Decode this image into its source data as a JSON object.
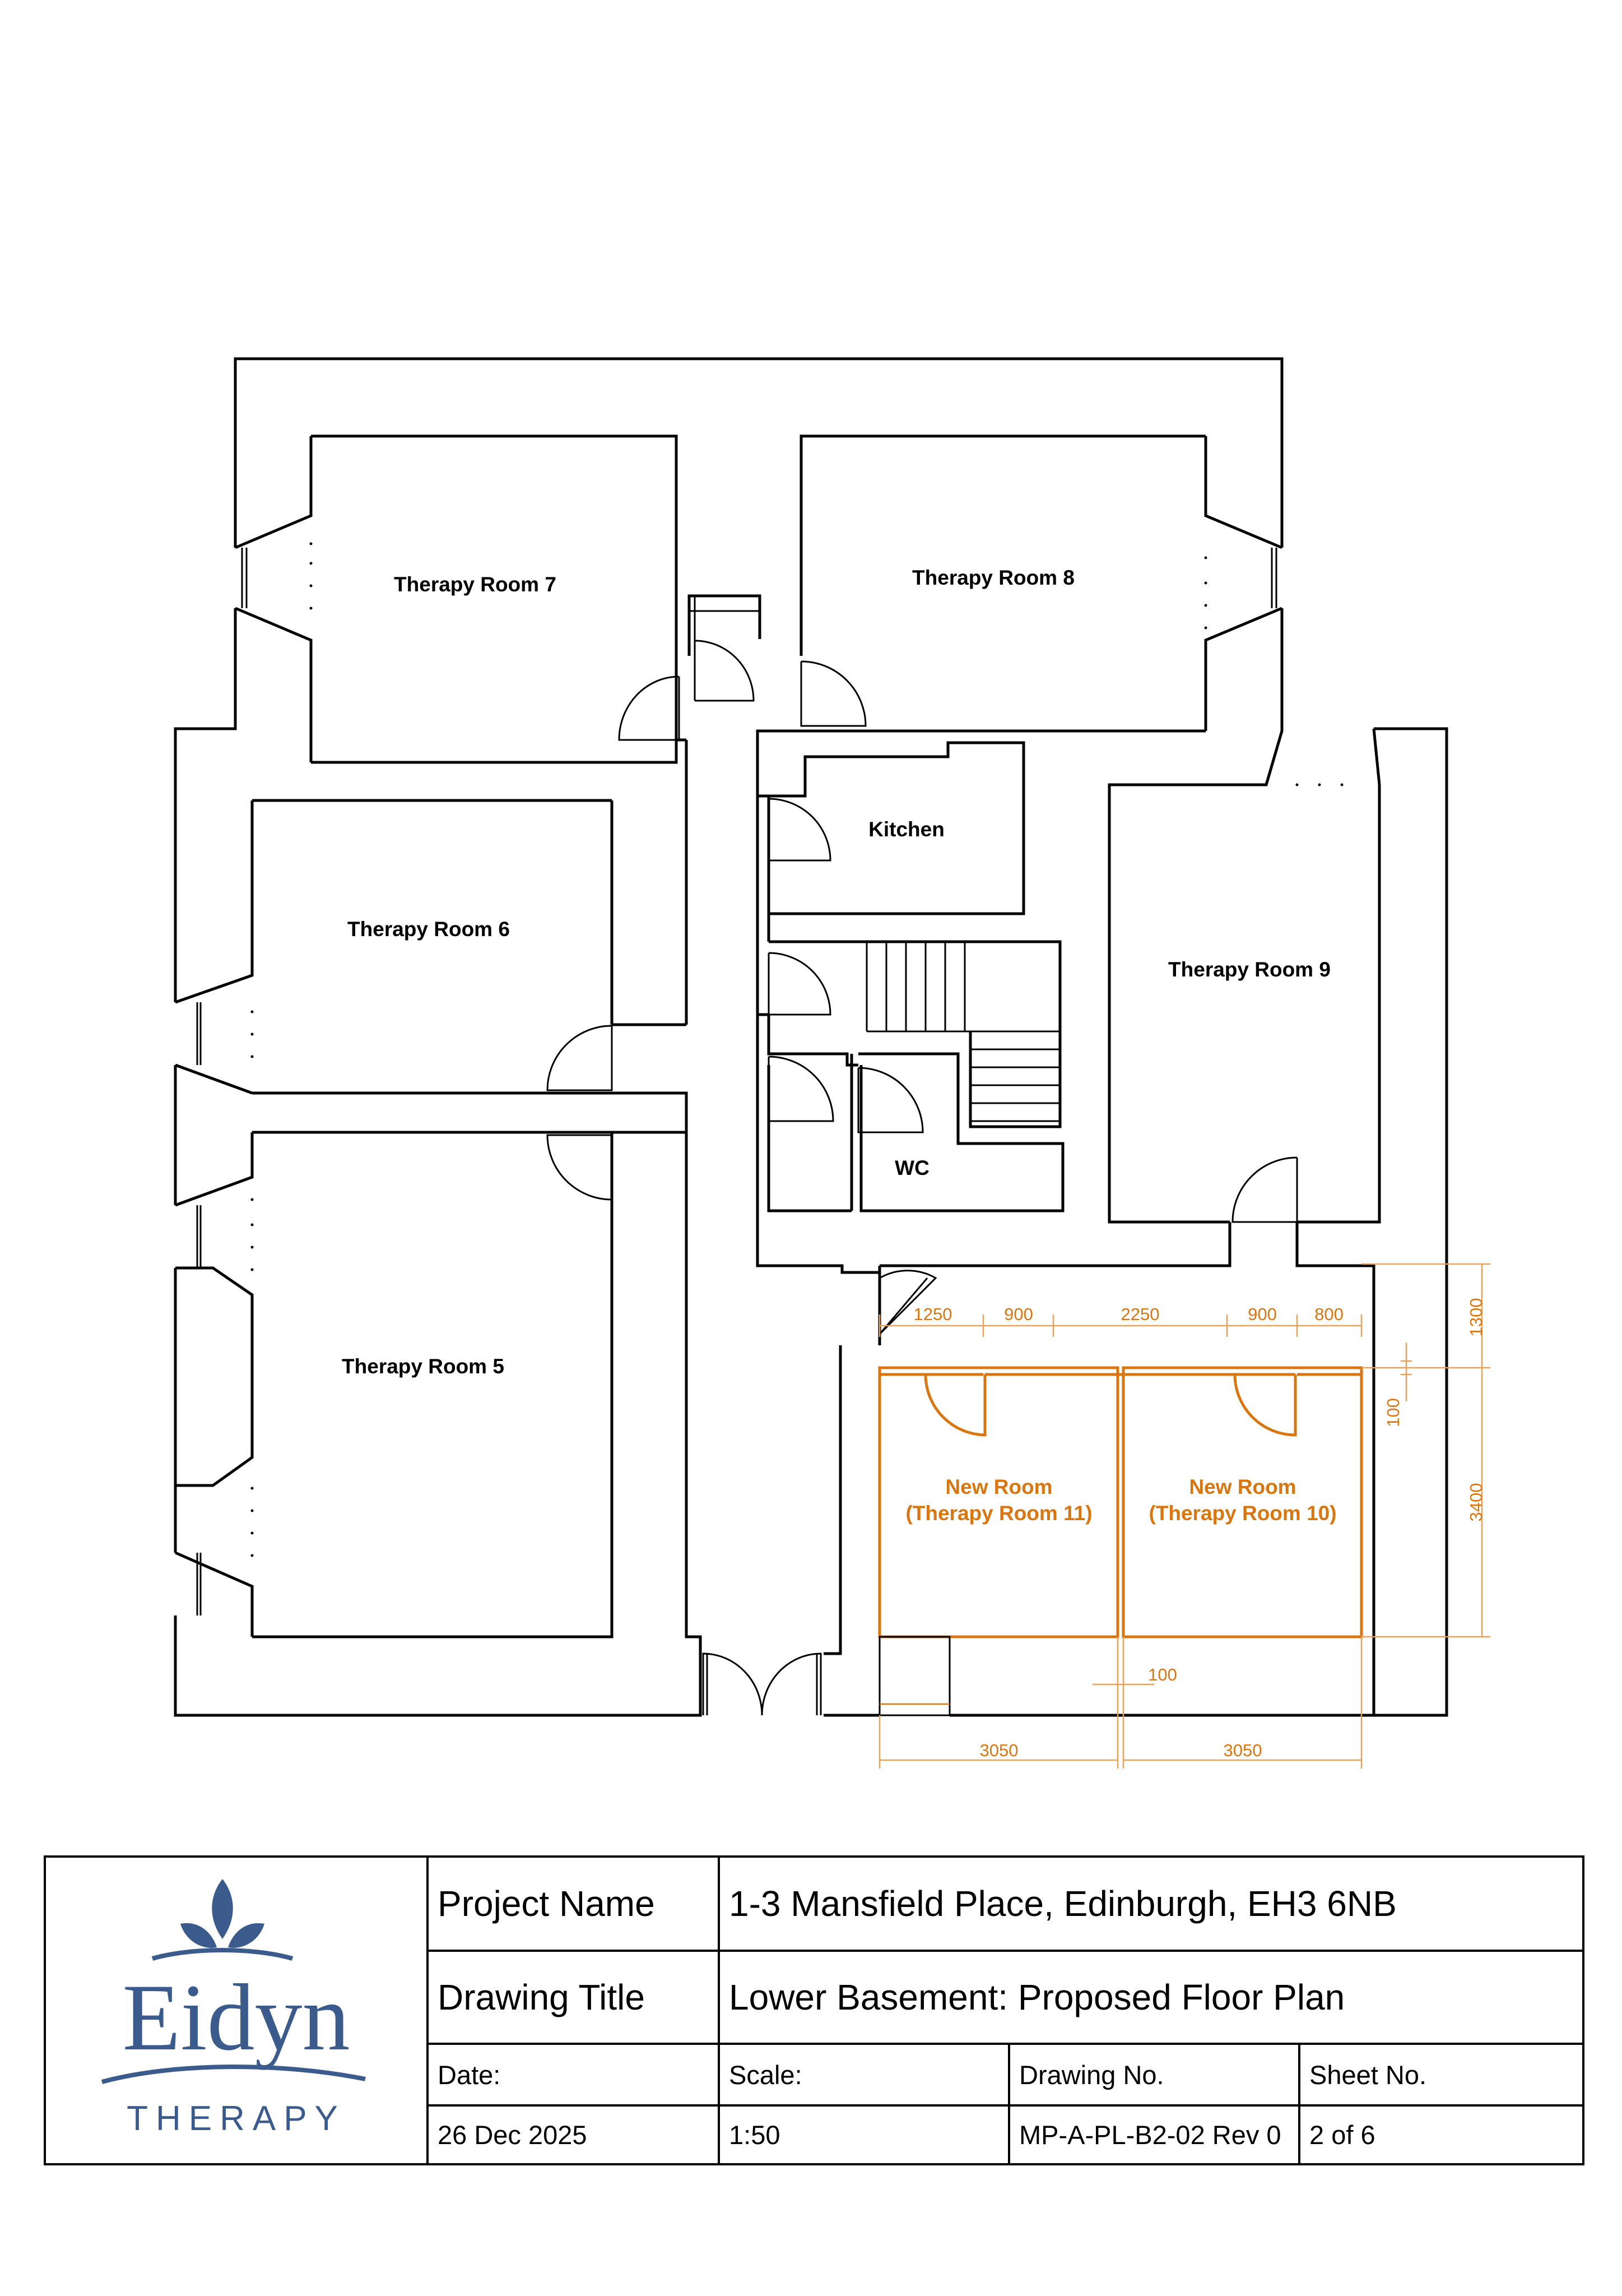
{
  "rooms": [
    {
      "id": "therapy-room-7",
      "label": "Therapy Room 7"
    },
    {
      "id": "therapy-room-8",
      "label": "Therapy Room 8"
    },
    {
      "id": "kitchen",
      "label": "Kitchen"
    },
    {
      "id": "therapy-room-6",
      "label": "Therapy Room 6"
    },
    {
      "id": "therapy-room-9",
      "label": "Therapy Room 9"
    },
    {
      "id": "wc",
      "label": "WC"
    },
    {
      "id": "therapy-room-5",
      "label": "Therapy Room 5"
    }
  ],
  "new_rooms": [
    {
      "id": "therapy-room-11",
      "label_line1": "New Room",
      "label_line2": "(Therapy Room 11)"
    },
    {
      "id": "therapy-room-10",
      "label_line1": "New Room",
      "label_line2": "(Therapy Room 10)"
    }
  ],
  "dimensions": {
    "top_run": [
      "1250",
      "900",
      "2250",
      "900",
      "800"
    ],
    "right_upper": "1300",
    "right_lower": "3400",
    "wall_gap": "100",
    "partition": "100",
    "bottom_run": [
      "3050",
      "3050"
    ]
  },
  "colors": {
    "new_work": "#d9760f",
    "dimension": "#e8a25a",
    "logo": "#3a5b8c",
    "line": "#000000"
  },
  "title_block": {
    "logo": {
      "name": "Eidyn",
      "tagline": "THERAPY"
    },
    "project_name_label": "Project Name",
    "project_name": "1-3 Mansfield Place, Edinburgh, EH3 6NB",
    "drawing_title_label": "Drawing Title",
    "drawing_title": "Lower Basement: Proposed Floor Plan",
    "date_label": "Date:",
    "date": "26 Dec 2025",
    "scale_label": "Scale:",
    "scale": "1:50",
    "drawing_no_label": "Drawing No.",
    "drawing_no": "MP-A-PL-B2-02 Rev 0",
    "sheet_no_label": "Sheet No.",
    "sheet_no": "2 of 6"
  }
}
